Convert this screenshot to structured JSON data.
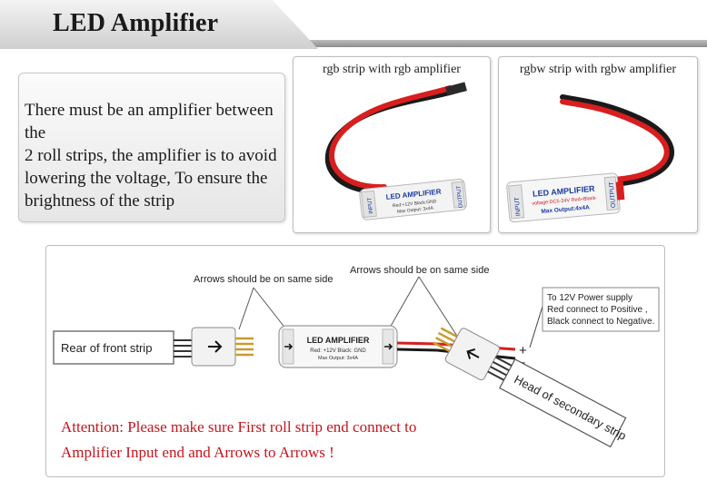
{
  "header": {
    "title": "LED Amplifier"
  },
  "info": {
    "lines": [
      "There must be an amplifier between the",
      "2 roll strips, the amplifier is to avoid",
      "lowering the voltage, To ensure the",
      "brightness of the strip"
    ]
  },
  "photos": [
    {
      "caption": "rgb strip with rgb amplifier",
      "amp_title": "LED AMPLIFIER",
      "amp_spec": "Red:+12V Black:GND",
      "amp_max": "Max Output: 3x4A",
      "input_label": "INPUT",
      "output_label": "OUTPUT"
    },
    {
      "caption": "rgbw strip with rgbw amplifier",
      "amp_title": "LED AMPLIFIER",
      "amp_spec": "voltage:DC5-24V Red+Black-",
      "amp_max": "Max Output:4x4A",
      "input_label": "INPUT",
      "output_label": "OUTPUT"
    }
  ],
  "diagram": {
    "arrows_note_left": "Arrows should be on same side",
    "arrows_note_right": "Arrows should be on same side",
    "front_strip_label": "Rear of front strip",
    "amp_title": "LED AMPLIFIER",
    "amp_spec": "Red: +12V  Black: GND",
    "amp_max": "Max Output: 3x4A",
    "power_note": [
      "To 12V Power supply",
      "Red connect to Positive ,",
      "Black connect to Negative."
    ],
    "plus_sign": "+",
    "minus_sign": "-",
    "secondary_strip_label": "Head of secondary strip",
    "attention": [
      "Attention: Please make sure First roll strip end connect to",
      "Amplifier Input end  and Arrows to Arrows !"
    ]
  },
  "colors": {
    "attention_red": "#c4161c",
    "wire_red": "#d81e1e",
    "wire_black": "#1a1a1a",
    "amp_blue_text": "#1a3ba0"
  }
}
